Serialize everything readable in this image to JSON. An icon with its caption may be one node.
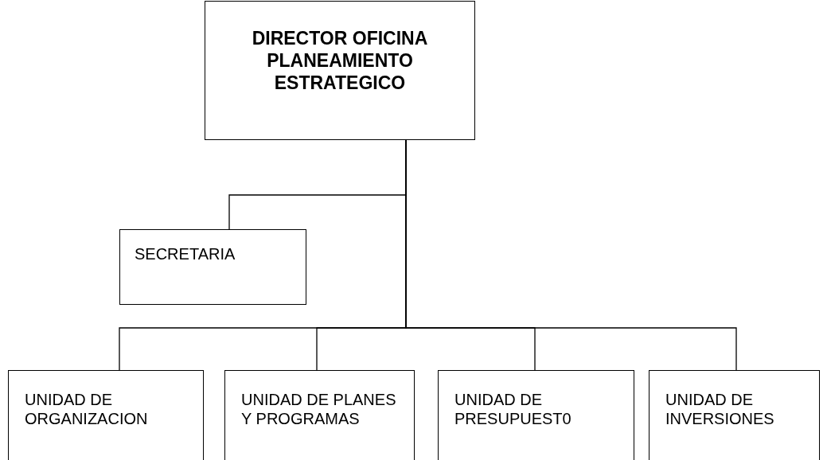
{
  "diagram": {
    "nodes": [
      {
        "text": [
          "DIRECTOR OFICINA PLANEAMIENTO ESTRATEGICO"
        ]
      },
      {
        "text": [
          "SECRETARIA"
        ]
      },
      {
        "text": [
          "UNIDAD DE ORGANIZACION"
        ]
      },
      {
        "text": [
          "UNIDAD DE PLANES Y PROGRAMAS"
        ]
      },
      {
        "text": [
          "UNIDAD DE PRESUPUEST0"
        ]
      },
      {
        "text": [
          "UNIDAD DE INVERSIONES"
        ]
      }
    ],
    "edges": [
      {
        "from": 0,
        "to": 1,
        "arrow": "none"
      },
      {
        "from": 0,
        "to": 2,
        "arrow": "none"
      },
      {
        "from": 0,
        "to": 3,
        "arrow": "none"
      },
      {
        "from": 0,
        "to": 4,
        "arrow": "none"
      },
      {
        "from": 0,
        "to": 5,
        "arrow": "none"
      }
    ]
  }
}
